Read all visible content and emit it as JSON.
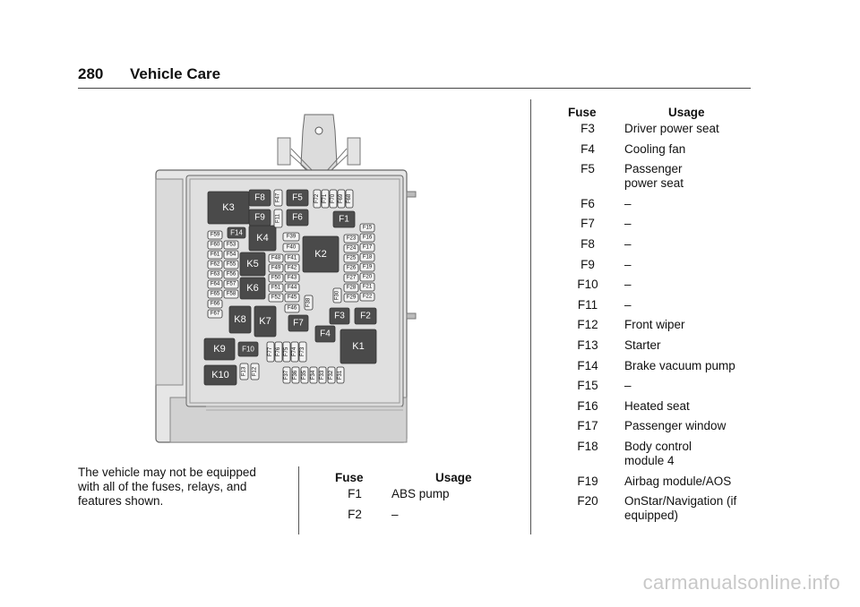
{
  "header": {
    "page_number": "280",
    "section": "Vehicle Care"
  },
  "figure": {
    "relays": [
      "K1",
      "K2",
      "K3",
      "K4",
      "K5",
      "K6",
      "K7",
      "K8",
      "K9",
      "K10"
    ],
    "fuses_large": [
      "F1",
      "F2",
      "F3",
      "F4",
      "F5",
      "F6",
      "F7",
      "F8",
      "F9",
      "F10",
      "F14"
    ],
    "fuses_small": [
      "F11",
      "F12",
      "F13",
      "F15",
      "F16",
      "F17",
      "F18",
      "F19",
      "F20",
      "F21",
      "F22",
      "F23",
      "F24",
      "F25",
      "F26",
      "F27",
      "F28",
      "F29",
      "F30",
      "F31",
      "F32",
      "F33",
      "F34",
      "F35",
      "F36",
      "F37",
      "F38",
      "F39",
      "F40",
      "F41",
      "F42",
      "F43",
      "F44",
      "F45",
      "F46",
      "F47",
      "F48",
      "F49",
      "F50",
      "F51",
      "F52",
      "F53",
      "F54",
      "F55",
      "F56",
      "F57",
      "F58",
      "F59",
      "F60",
      "F61",
      "F62",
      "F63",
      "F64",
      "F65",
      "F66",
      "F67",
      "F68",
      "F69",
      "F70",
      "F71",
      "F72",
      "F73",
      "F74",
      "F75",
      "F76",
      "F77"
    ]
  },
  "note": "The vehicle may not be equipped with all of the fuses, relays, and features shown.",
  "table_middle": {
    "col_fuse": "Fuse",
    "col_usage": "Usage",
    "rows": [
      {
        "fuse": "F1",
        "usage": "ABS pump"
      },
      {
        "fuse": "F2",
        "usage": "–"
      }
    ]
  },
  "table_right": {
    "col_fuse": "Fuse",
    "col_usage": "Usage",
    "rows": [
      {
        "fuse": "F3",
        "usage": "Driver power seat"
      },
      {
        "fuse": "F4",
        "usage": "Cooling fan"
      },
      {
        "fuse": "F5",
        "usage": "Passenger\npower seat"
      },
      {
        "fuse": "F6",
        "usage": "–"
      },
      {
        "fuse": "F7",
        "usage": "–"
      },
      {
        "fuse": "F8",
        "usage": "–"
      },
      {
        "fuse": "F9",
        "usage": "–"
      },
      {
        "fuse": "F10",
        "usage": "–"
      },
      {
        "fuse": "F11",
        "usage": "–"
      },
      {
        "fuse": "F12",
        "usage": "Front wiper"
      },
      {
        "fuse": "F13",
        "usage": "Starter"
      },
      {
        "fuse": "F14",
        "usage": "Brake vacuum pump"
      },
      {
        "fuse": "F15",
        "usage": "–"
      },
      {
        "fuse": "F16",
        "usage": "Heated seat"
      },
      {
        "fuse": "F17",
        "usage": "Passenger window"
      },
      {
        "fuse": "F18",
        "usage": "Body control\nmodule 4"
      },
      {
        "fuse": "F19",
        "usage": "Airbag module/AOS"
      },
      {
        "fuse": "F20",
        "usage": "OnStar/Navigation (if\nequipped)"
      }
    ]
  },
  "watermark": "carmanualsonline.info"
}
